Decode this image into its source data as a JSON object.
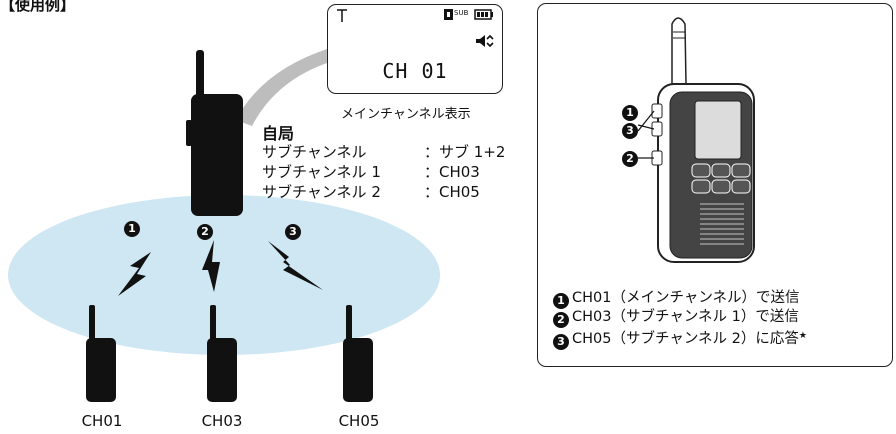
{
  "title": "【使用例】",
  "lcd": {
    "channel": "CH 01",
    "sub_indicator": "SUB",
    "caption": "メインチャンネル表示",
    "icons": [
      "antenna-icon",
      "sub-indicator-icon",
      "battery-icon",
      "speaker-icon"
    ]
  },
  "own_station": {
    "title": "自局",
    "settings": [
      {
        "label": "サブチャンネル",
        "value": "：サブ 1+2"
      },
      {
        "label": "サブチャンネル 1",
        "value": "：CH03"
      },
      {
        "label": "サブチャンネル 2",
        "value": "：CH05"
      }
    ]
  },
  "markers": [
    "1",
    "2",
    "3"
  ],
  "channels": [
    "CH01",
    "CH03",
    "CH05"
  ],
  "legend": [
    {
      "marker": "1",
      "text": "CH01（メインチャンネル）で送信",
      "star": ""
    },
    {
      "marker": "2",
      "text": "CH03（サブチャンネル 1）で送信",
      "star": ""
    },
    {
      "marker": "3",
      "text": "CH05（サブチャンネル 2）に応答",
      "star": "★"
    }
  ],
  "colors": {
    "ellipse": "#cfe6f3",
    "radio": "#111111",
    "bubble": "#bdbdbd"
  }
}
